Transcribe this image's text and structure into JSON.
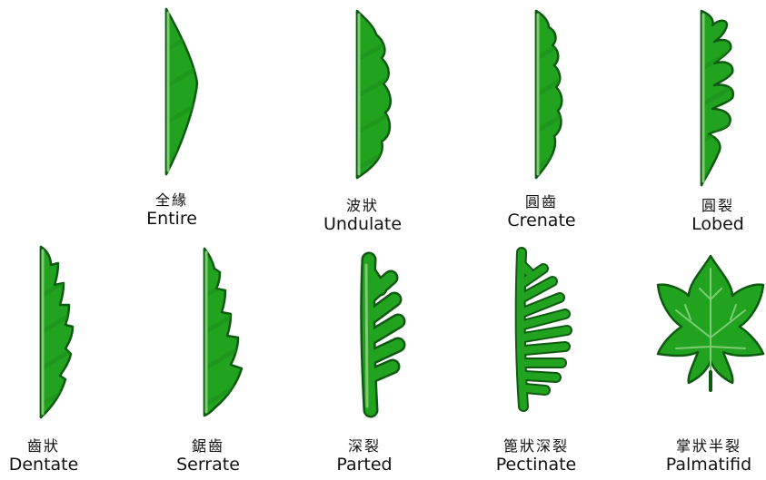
{
  "items": [
    {
      "zh": "全緣",
      "en": "Entire"
    },
    {
      "zh": "波狀",
      "en": "Undulate"
    },
    {
      "zh": "圓齒",
      "en": "Crenate"
    },
    {
      "zh": "圓裂",
      "en": "Lobed"
    },
    {
      "zh": "齒狀",
      "en": "Dentate"
    },
    {
      "zh": "鋸齒",
      "en": "Serrate"
    },
    {
      "zh": "深裂",
      "en": "Parted"
    },
    {
      "zh": "篦狀深裂",
      "en": "Pectinate"
    },
    {
      "zh": "掌狀半裂",
      "en": "Palmatifid"
    }
  ],
  "colors": {
    "leaf_fill": "#22a31f",
    "leaf_outline": "#0f5a12",
    "vein": "#7dcc72"
  }
}
